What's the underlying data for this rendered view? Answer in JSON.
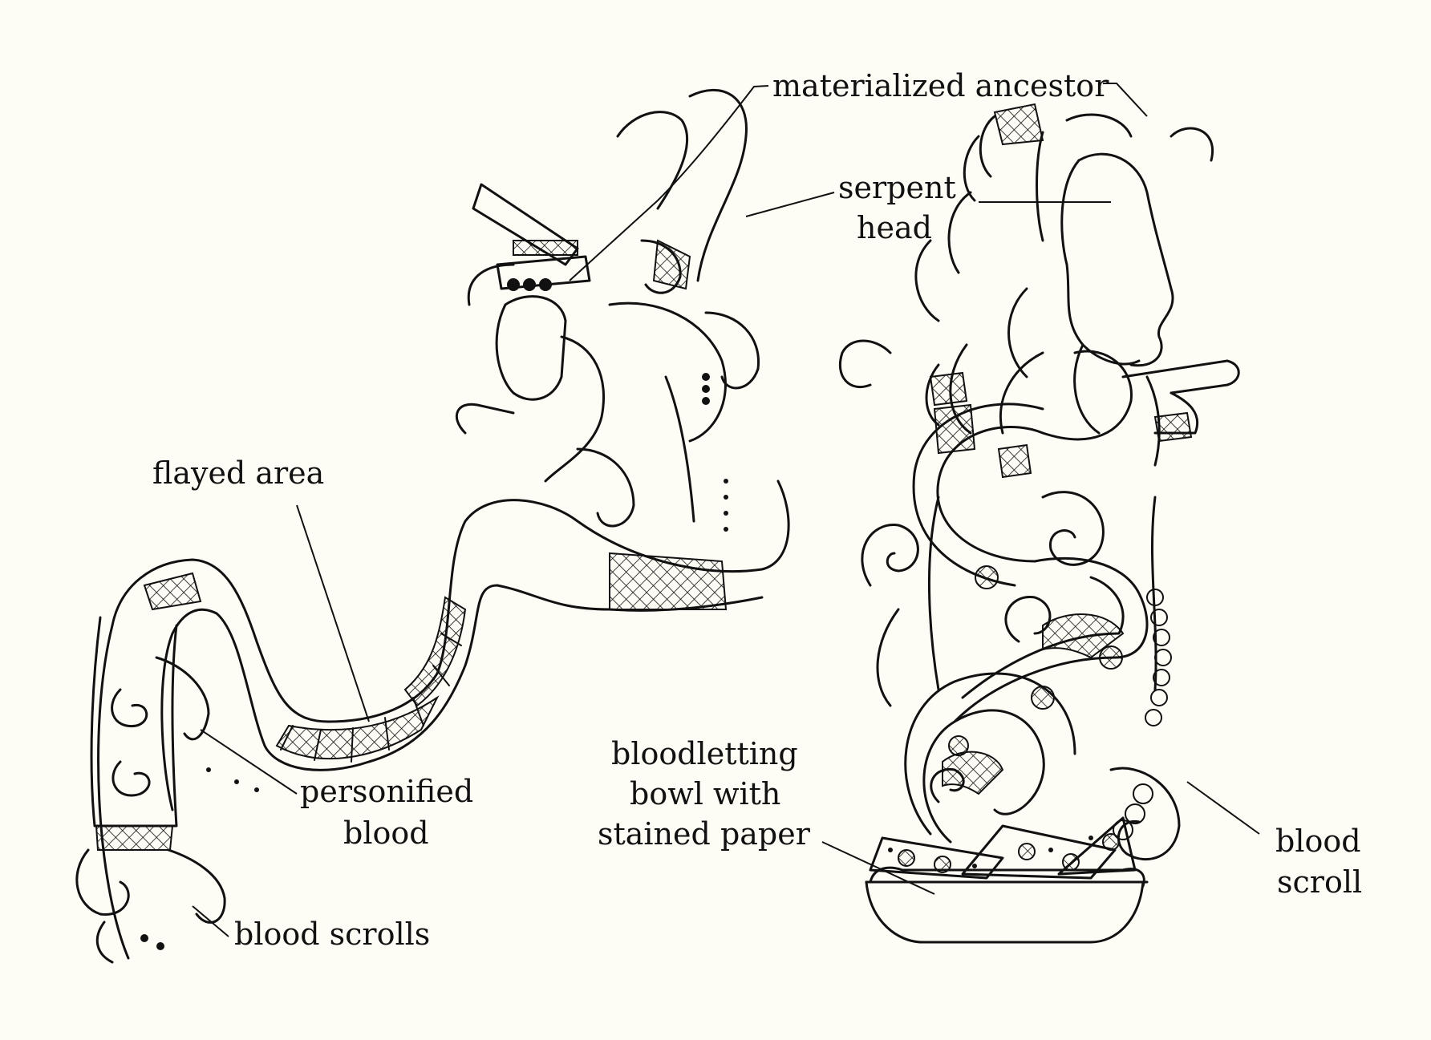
{
  "labels": {
    "materialized_ancestor": "materialized ancestor",
    "serpent_head_1": "serpent",
    "serpent_head_2": "head",
    "flayed_area": "flayed area",
    "personified_blood_1": "personified",
    "personified_blood_2": "blood",
    "blood_scrolls": "blood scrolls",
    "bloodletting_1": "bloodletting",
    "bloodletting_2": "bowl with",
    "bloodletting_3": "stained paper",
    "blood_scroll_1": "blood",
    "blood_scroll_2": "scroll"
  },
  "colors": {
    "background": "#fdfcf5",
    "ink": "#111111"
  }
}
